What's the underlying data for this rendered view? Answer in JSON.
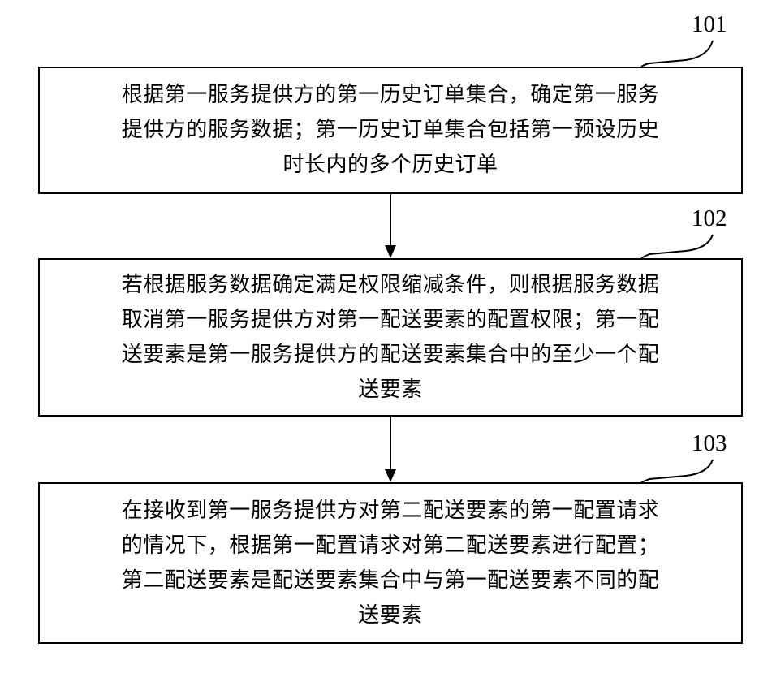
{
  "steps": [
    {
      "ref": "101",
      "lines": [
        "根据第一服务提供方的第一历史订单集合，确定第一服务",
        "提供方的服务数据；第一历史订单集合包括第一预设历史",
        "时长内的多个历史订单"
      ]
    },
    {
      "ref": "102",
      "lines": [
        "若根据服务数据确定满足权限缩减条件，则根据服务数据",
        "取消第一服务提供方对第一配送要素的配置权限；第一配",
        "送要素是第一服务提供方的配送要素集合中的至少一个配",
        "送要素"
      ]
    },
    {
      "ref": "103",
      "lines": [
        "在接收到第一服务提供方对第二配送要素的第一配置请求",
        "的情况下，根据第一配置请求对第二配送要素进行配置；",
        "第二配送要素是配送要素集合中与第一配送要素不同的配",
        "送要素"
      ]
    }
  ]
}
